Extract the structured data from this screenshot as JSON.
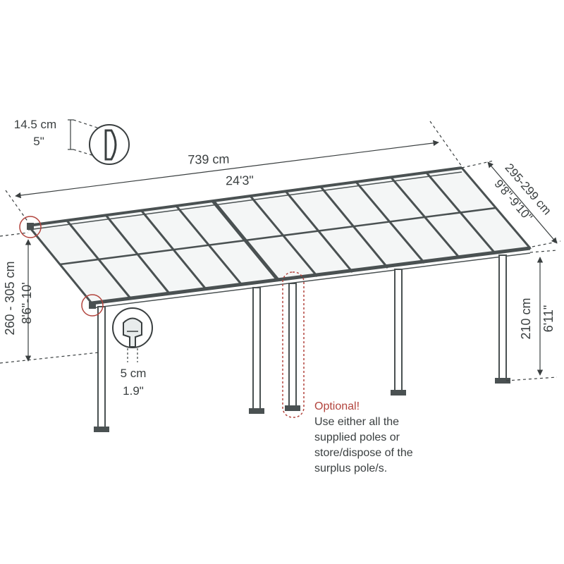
{
  "colors": {
    "ink": "#3a3f40",
    "accent_red": "#b2443d",
    "background": "#ffffff"
  },
  "dimensions": {
    "profile_height_cm": "14.5 cm",
    "profile_height_in": "5\"",
    "length_cm": "739 cm",
    "length_ft": "24'3\"",
    "depth_cm": "295-299 cm",
    "depth_ft": "9'8\"-9'10\"",
    "wall_height_cm": "260 - 305 cm",
    "wall_height_ft": "8'6\"-10'",
    "post_height_cm": "210 cm",
    "post_height_ft": "6'11\"",
    "post_size_cm": "5 cm",
    "post_size_in": "1.9\""
  },
  "note": {
    "heading": "Optional!",
    "lines": [
      "Use either all the",
      "supplied poles or",
      "store/dispose of the",
      "surplus pole/s."
    ]
  },
  "icons": {
    "profile_detail": "gutter-profile-detail-icon",
    "bracket_detail": "wall-bracket-detail-icon",
    "post_detail": "post-bracket-detail-icon"
  }
}
